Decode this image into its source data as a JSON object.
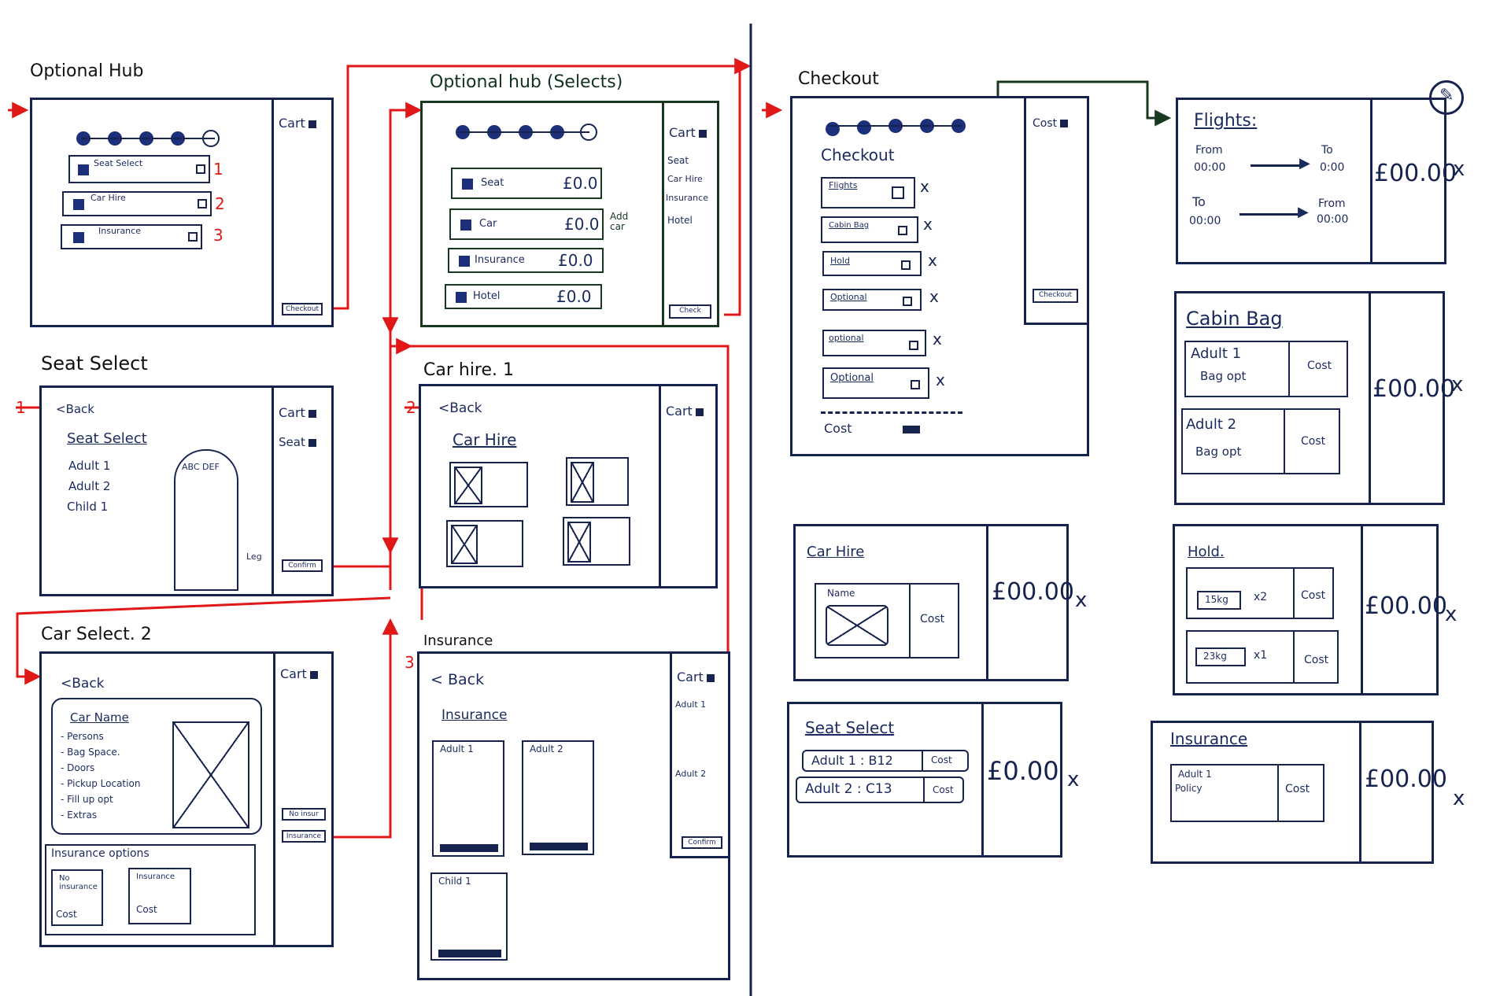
{
  "colors": {
    "ink": "#16234f",
    "flow": "#e01818",
    "green": "#18381f"
  },
  "hub": {
    "title": "Optional Hub",
    "cart": "Cart",
    "items": [
      "Seat Select",
      "Car Hire",
      "Insurance"
    ],
    "badges": [
      "1",
      "2",
      "3"
    ],
    "checkout": "Checkout"
  },
  "hub2": {
    "title": "Optional hub (Selects)",
    "cart": "Cart",
    "items": [
      {
        "name": "Seat",
        "price": "£0.0"
      },
      {
        "name": "Car",
        "price": "£0.0"
      },
      {
        "name": "Insurance",
        "price": "£0.0"
      },
      {
        "name": "Hotel",
        "price": "£0.0"
      }
    ],
    "add_car": "Add car",
    "cart_items": [
      "Seat",
      "Car Hire",
      "Insurance",
      "Hotel"
    ],
    "checkout": "Check"
  },
  "seat": {
    "title": "Seat Select",
    "badge": "1",
    "back": "<Back",
    "heading": "Seat Select",
    "pax": [
      "Adult 1",
      "Adult 2",
      "Child 1"
    ],
    "columns": "ABC DEF",
    "cart": "Cart",
    "cart_item": "Seat",
    "confirm": "Confirm",
    "legend": "Leg"
  },
  "car1": {
    "title": "Car hire. 1",
    "badge": "2",
    "back": "<Back",
    "heading": "Car Hire",
    "cart": "Cart"
  },
  "car2": {
    "title": "Car Select. 2",
    "back": "<Back",
    "car_name": "Car Name",
    "specs": [
      "- Persons",
      "- Bag Space.",
      "- Doors",
      "- Pickup Location",
      "- Fill up opt",
      "- Extras"
    ],
    "ins_title": "Insurance options",
    "ins_cards": [
      {
        "name": "No insurance",
        "cost": "Cost"
      },
      {
        "name": "Insurance",
        "cost": "Cost"
      }
    ],
    "cart": "Cart",
    "btn_no_ins": "No insur",
    "btn_ins": "Insurance"
  },
  "insurance": {
    "title": "Insurance",
    "badge": "3",
    "back": "< Back",
    "heading": "Insurance",
    "pax": [
      "Adult 1",
      "Adult 2",
      "Child 1"
    ],
    "cart": "Cart",
    "cart_pax": [
      "Adult 1",
      "Adult 2"
    ],
    "confirm": "Confirm"
  },
  "checkout": {
    "title": "Checkout",
    "heading": "Checkout",
    "items": [
      "Flights",
      "Cabin Bag",
      "Hold",
      "Optional",
      "optional",
      "Optional"
    ],
    "cost": "Cost",
    "cart": "Cost",
    "checkout": "Checkout"
  },
  "details": {
    "flights": {
      "title": "Flights:",
      "from1": "From",
      "t1": "00:00",
      "to1": "To",
      "t2": "0:00",
      "to2": "To",
      "t3": "00:00",
      "from2": "From",
      "t4": "00:00",
      "price": "£00.00"
    },
    "cabin": {
      "title": "Cabin Bag",
      "rows": [
        {
          "pax": "Adult 1",
          "opt": "Bag opt",
          "cost": "Cost"
        },
        {
          "pax": "Adult 2",
          "opt": "Bag opt",
          "cost": "Cost"
        }
      ],
      "price": "£00.00"
    },
    "car": {
      "title": "Car Hire",
      "name": "Name",
      "cost": "Cost",
      "price": "£00.00"
    },
    "hold": {
      "title": "Hold.",
      "rows": [
        {
          "w": "15kg",
          "q": "x2",
          "cost": "Cost"
        },
        {
          "w": "23kg",
          "q": "x1",
          "cost": "Cost"
        }
      ],
      "price": "£00.00"
    },
    "seat": {
      "title": "Seat Select",
      "rows": [
        {
          "v": "Adult 1 : B12",
          "cost": "Cost"
        },
        {
          "v": "Adult 2 : C13",
          "cost": "Cost"
        }
      ],
      "price": "£0.00"
    },
    "ins": {
      "title": "Insurance",
      "pax": "Adult 1",
      "policy": "Policy",
      "cost": "Cost",
      "price": "£00.00"
    },
    "remove": "x"
  }
}
